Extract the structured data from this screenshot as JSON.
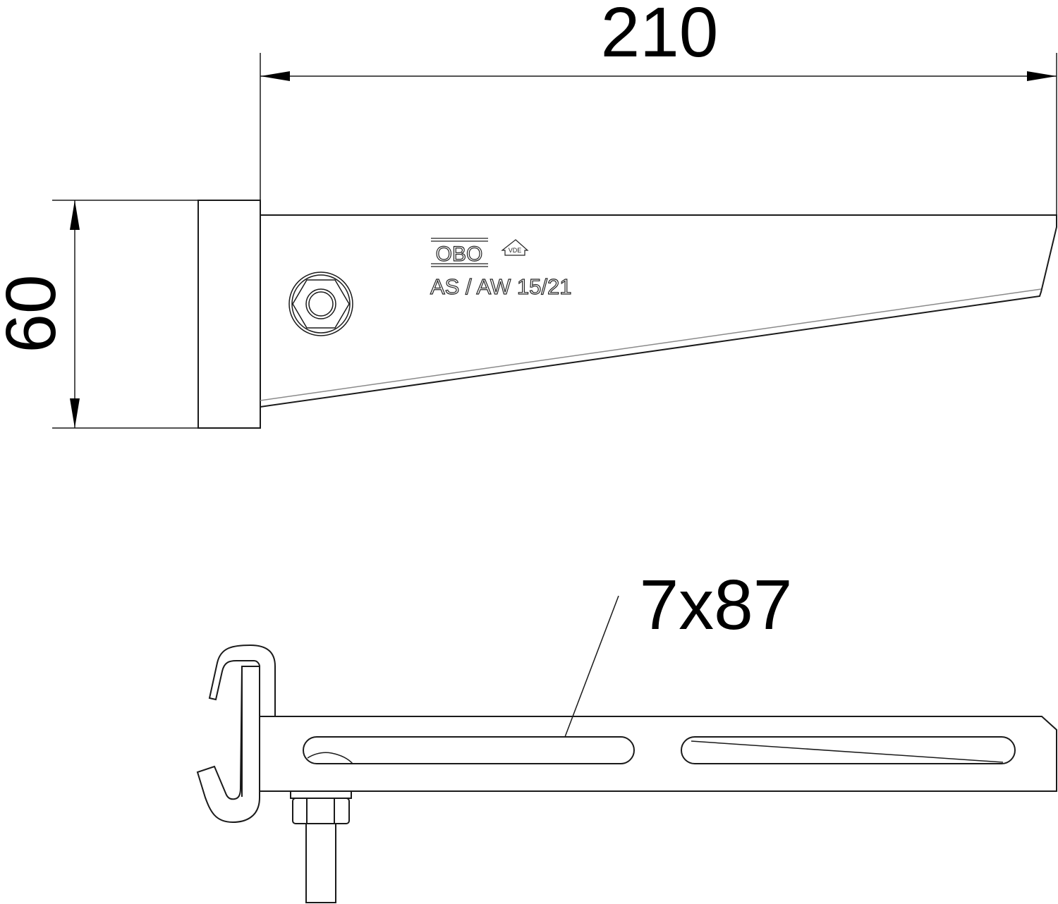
{
  "drawing": {
    "type": "technical-drawing",
    "subject": "wall/cantilever bracket with hook fastener",
    "views": {
      "side_view": {
        "label": "side view (top)",
        "product_marking": {
          "brand_logo": "OBO",
          "certification_mark": "VDE",
          "text": "AS / AW 15/21"
        }
      },
      "top_view": {
        "label": "top view (bottom)"
      }
    },
    "dimensions": {
      "length": {
        "value": "210",
        "orientation": "horizontal"
      },
      "height": {
        "value": "60",
        "orientation": "vertical"
      },
      "slot": {
        "value": "7x87",
        "orientation": "leader"
      }
    },
    "colors": {
      "line": "#1a1a1a",
      "hidden_edge": "#8a8a8a",
      "background": "#ffffff"
    }
  }
}
